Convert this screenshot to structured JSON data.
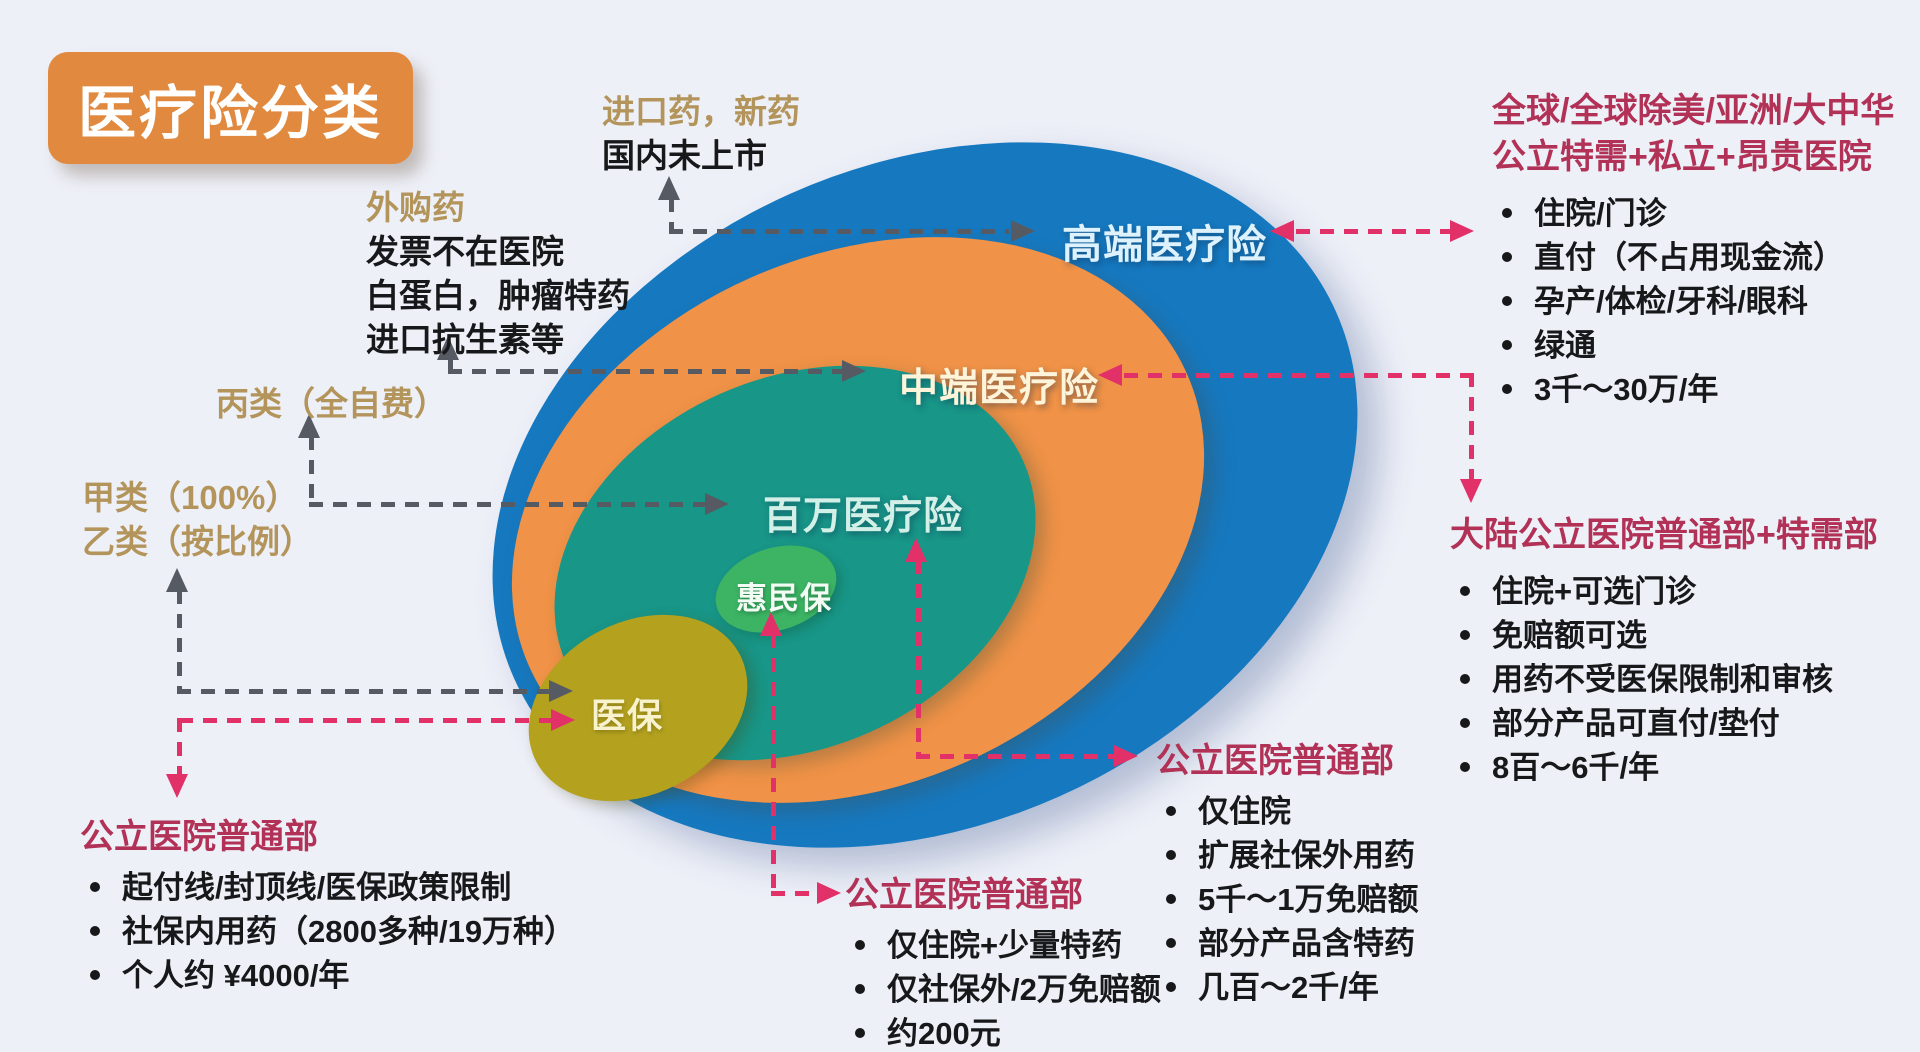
{
  "title": "医疗险分类",
  "tiers": {
    "high_end": {
      "label": "高端医疗险"
    },
    "mid_end": {
      "label": "中端医疗险"
    },
    "million": {
      "label": "百万医疗险"
    },
    "huiminbao": {
      "label": "惠民保"
    },
    "yibao": {
      "label": "医保"
    }
  },
  "drug_notes": {
    "imported": {
      "label": "进口药，新药",
      "line1": "国内未上市"
    },
    "external": {
      "label": "外购药",
      "line1": "发票不在医院",
      "line2": "白蛋白，肿瘤特药",
      "line3": "进口抗生素等"
    },
    "class_c": {
      "label": "丙类（全自费）"
    },
    "class_ab": {
      "line1": "甲类（100%）",
      "line2": "乙类（按比例）"
    }
  },
  "scope_blocks": {
    "global": {
      "heading_line1": "全球/全球除美/亚洲/大中华",
      "heading_line2": "公立特需+私立+昂贵医院",
      "items": [
        "住院/门诊",
        "直付（不占用现金流）",
        "孕产/体检/牙科/眼科",
        "绿通",
        "3千～30万/年"
      ]
    },
    "mainland": {
      "heading": "大陆公立医院普通部+特需部",
      "items": [
        "住院+可选门诊",
        "免赔额可选",
        "用药不受医保限制和审核",
        "部分产品可直付/垫付",
        "8百～6千/年"
      ]
    },
    "million_scope": {
      "heading": "公立医院普通部",
      "items": [
        "仅住院",
        "扩展社保外用药",
        "5千～1万免赔额",
        "部分产品含特药",
        "几百～2千/年"
      ]
    },
    "huiminbao_scope": {
      "heading": "公立医院普通部",
      "items": [
        "仅住院+少量特药",
        "仅社保外/2万免赔额",
        "约200元"
      ]
    },
    "yibao_scope": {
      "heading": "公立医院普通部",
      "items": [
        "起付线/封顶线/医保政策限制",
        "社保内用药（2800多种/19万种）",
        "个人约 ¥4000/年"
      ]
    }
  },
  "connections": [
    {
      "from": "进口药，新药 / 国内未上市",
      "to": "高端医疗险",
      "color": "gray"
    },
    {
      "from": "外购药",
      "to": "中端医疗险",
      "color": "gray"
    },
    {
      "from": "丙类（全自费）",
      "to": "百万医疗险",
      "color": "gray"
    },
    {
      "from": "甲类（100%）/乙类（按比例）",
      "to": "医保",
      "color": "gray"
    },
    {
      "from": "高端医疗险",
      "to": "全球/全球除美/亚洲/大中华 公立特需+私立+昂贵医院",
      "color": "pink"
    },
    {
      "from": "中端医疗险",
      "to": "大陆公立医院普通部+特需部",
      "color": "pink"
    },
    {
      "from": "百万医疗险",
      "to": "公立医院普通部（仅住院）",
      "color": "pink"
    },
    {
      "from": "惠民保",
      "to": "公立医院普通部（仅住院+少量特药）",
      "color": "pink"
    },
    {
      "from": "医保",
      "to": "公立医院普通部（起付线/封顶线）",
      "color": "pink"
    }
  ],
  "colors": {
    "background": "#eef0f8",
    "tier_high_end": "#1679c0",
    "tier_mid_end": "#f09247",
    "tier_million": "#189688",
    "tier_huiminbao": "#3cb464",
    "tier_yibao": "#b4a21f",
    "title_bg": "#e0893f",
    "heading_accent": "#b23156",
    "drug_note_accent": "#b3955c",
    "connector_gray": "#565b63",
    "connector_pink": "#e23068"
  }
}
